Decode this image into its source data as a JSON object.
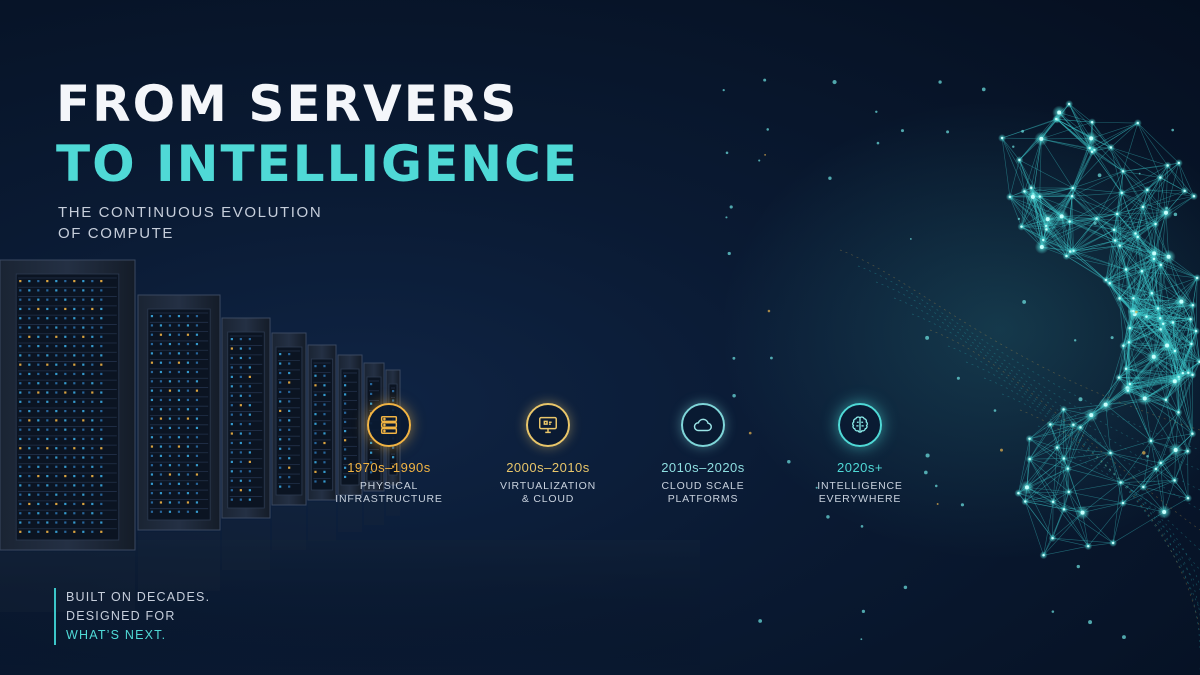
{
  "headline": {
    "line1": "FROM SERVERS",
    "line2": "TO INTELLIGENCE"
  },
  "subtitle": {
    "line1": "THE CONTINUOUS EVOLUTION",
    "line2": "OF COMPUTE"
  },
  "timeline": [
    {
      "years": "1970s–1990s",
      "desc1": "PHYSICAL",
      "desc2": "INFRASTRUCTURE",
      "icon": "server-stack-icon",
      "color": "#f2b443"
    },
    {
      "years": "2000s–2010s",
      "desc1": "VIRTUALIZATION",
      "desc2": "& CLOUD",
      "icon": "monitor-icon",
      "color": "#e9c66a"
    },
    {
      "years": "2010s–2020s",
      "desc1": "CLOUD SCALE",
      "desc2": "PLATFORMS",
      "icon": "cloud-icon",
      "color": "#7fd6d9"
    },
    {
      "years": "2020s+",
      "desc1": "INTELLIGENCE",
      "desc2": "EVERYWHERE",
      "icon": "brain-icon",
      "color": "#4fd9d6"
    }
  ],
  "footer": {
    "line1": "BUILT ON DECADES.",
    "line2_prefix": "DESIGNED FOR ",
    "line2_accent": "WHAT’S NEXT."
  },
  "colors": {
    "accent_teal": "#4fd9d6",
    "accent_amber": "#f2b443",
    "background": "#0a1a33"
  }
}
